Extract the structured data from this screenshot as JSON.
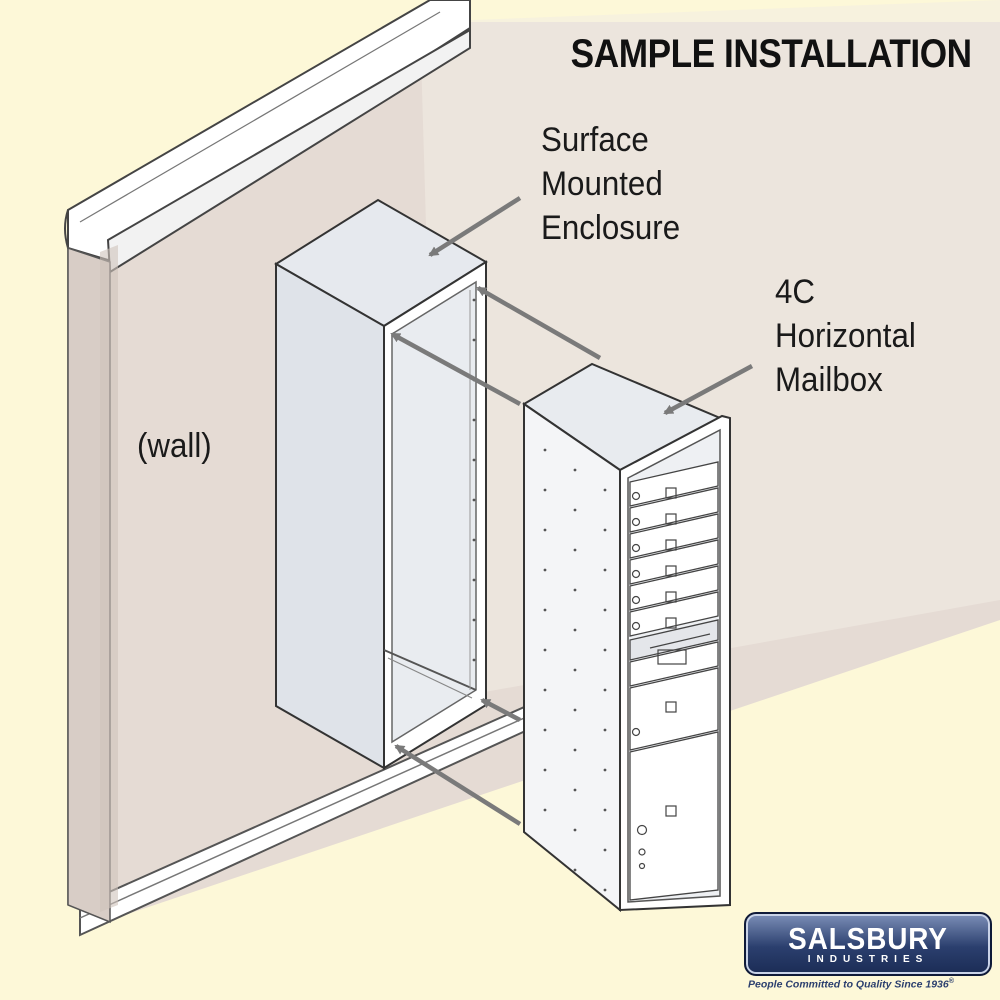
{
  "title": "SAMPLE INSTALLATION",
  "labels": {
    "enclosure": [
      "Surface",
      "Mounted",
      "Enclosure"
    ],
    "mailbox": [
      "4C",
      "Horizontal",
      "Mailbox"
    ],
    "wall": "(wall)"
  },
  "logo": {
    "name": "SALSBURY",
    "subtitle": "INDUSTRIES",
    "tagline": "People Committed to Quality Since 1936",
    "tagline_mark": "®"
  },
  "colors": {
    "background": "#fdf8d8",
    "wall": "#e3d9d2",
    "logo_blue": "#2b3f6e",
    "arrow": "#7a7a7a"
  }
}
